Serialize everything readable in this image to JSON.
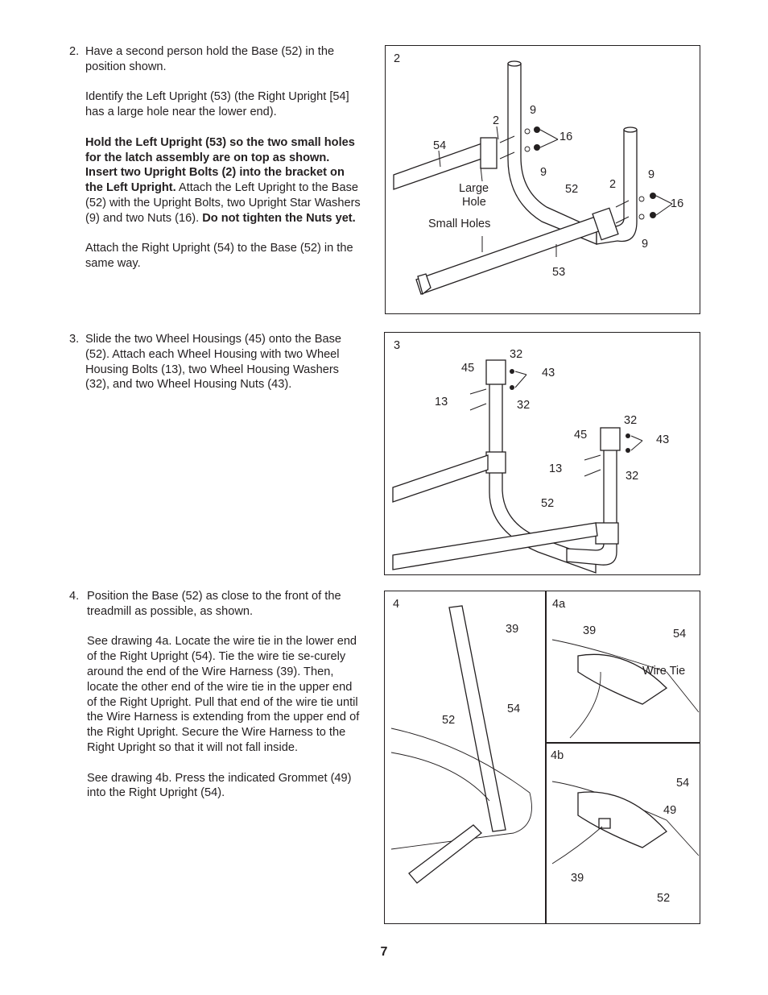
{
  "steps": [
    {
      "number": "2.",
      "para1": "Have a second person hold the Base (52) in the position shown.",
      "para2": "Identify the Left Upright (53) (the Right Upright [54] has a large hole near the lower end).",
      "para3_bold": "Hold the Left Upright (53) so the two small holes for the latch assembly are on top as shown. Insert two Upright Bolts (2) into the bracket on the Left Upright.",
      "para3_normal": " Attach the Left Upright to the Base (52) with the Upright Bolts, two Upright Star Washers (9) and two Nuts (16).",
      "para3_bold2": "Do not tighten the Nuts yet.",
      "para4": "Attach the Right Upright (54) to the Base (52) in the same way."
    },
    {
      "number": "3.",
      "para1": "Slide the two Wheel Housings (45) onto the Base (52). Attach each Wheel Housing with two Wheel Housing Bolts (13), two Wheel Housing Washers (32), and two Wheel Housing Nuts (43)."
    },
    {
      "number": "4.",
      "para1": "Position the Base (52) as close to the front of the treadmill as possible, as shown.",
      "para2": "See drawing 4a. Locate the wire tie in the lower end of the Right Upright (54). Tie the wire tie se-curely around the end of the Wire Harness (39). Then, locate the other end of the wire tie in the upper end of the Right Upright. Pull that end of the wire tie until the Wire Harness is extending from the upper end of the Right Upright. Secure the Wire Harness to the Right Upright so that it will not fall inside.",
      "para3": "See drawing 4b. Press the indicated Grommet (49) into the Right Upright (54)."
    }
  ],
  "fig2": {
    "id": "2",
    "labels": {
      "l54": "54",
      "l2a": "2",
      "l9a": "9",
      "l16a": "16",
      "l9b": "9",
      "large1": "Large",
      "large2": "Hole",
      "l52": "52",
      "l2b": "2",
      "l9c": "9",
      "l16b": "16",
      "l9d": "9",
      "small": "Small Holes",
      "l53": "53"
    }
  },
  "fig3": {
    "id": "3",
    "labels": {
      "l45a": "45",
      "l32a": "32",
      "l43a": "43",
      "l13a": "13",
      "l32b": "32",
      "l45b": "45",
      "l32c": "32",
      "l43b": "43",
      "l13b": "13",
      "l32d": "32",
      "l52": "52"
    }
  },
  "fig4": {
    "id": "4",
    "labels": {
      "l39": "39",
      "l54": "54",
      "l52": "52"
    }
  },
  "fig4a": {
    "id": "4a",
    "labels": {
      "l39": "39",
      "l54": "54",
      "wiretie": "Wire Tie"
    }
  },
  "fig4b": {
    "id": "4b",
    "labels": {
      "l54": "54",
      "l49": "49",
      "l39": "39",
      "l52": "52"
    }
  },
  "page_number": "7"
}
